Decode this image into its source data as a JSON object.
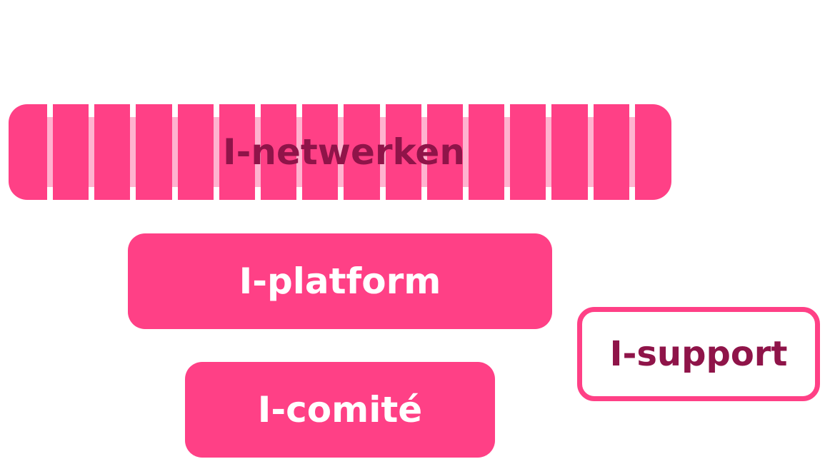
{
  "boxes": {
    "netwerken": {
      "label": "I-netwerken"
    },
    "platform": {
      "label": "I-platform"
    },
    "comite": {
      "label": "I-comité"
    },
    "support": {
      "label": "I-support"
    }
  },
  "colors": {
    "accent": "#ff4086",
    "label_dark": "#8f1449",
    "stripe_light": "#ffb3cf",
    "label_light": "#ffffff"
  }
}
